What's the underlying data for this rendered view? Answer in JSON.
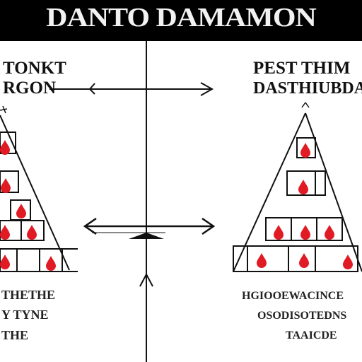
{
  "title": "DANTO DAMAMON",
  "left_panel": {
    "heading_line1": "TONKT",
    "heading_line2": "RGON",
    "footer_lines": [
      "THETHE",
      "Y TYNE",
      "THE"
    ]
  },
  "right_panel": {
    "heading_line1": "PEST THIM",
    "heading_line2": "DASTHIUBDA",
    "footer_lines": [
      "HGIOOEWACINCE",
      "OSODISOTEDNS",
      "TAAICDE"
    ]
  },
  "colors": {
    "background": "#ffffff",
    "header": "#000000",
    "ink": "#111111",
    "drop": "#e01b24"
  }
}
